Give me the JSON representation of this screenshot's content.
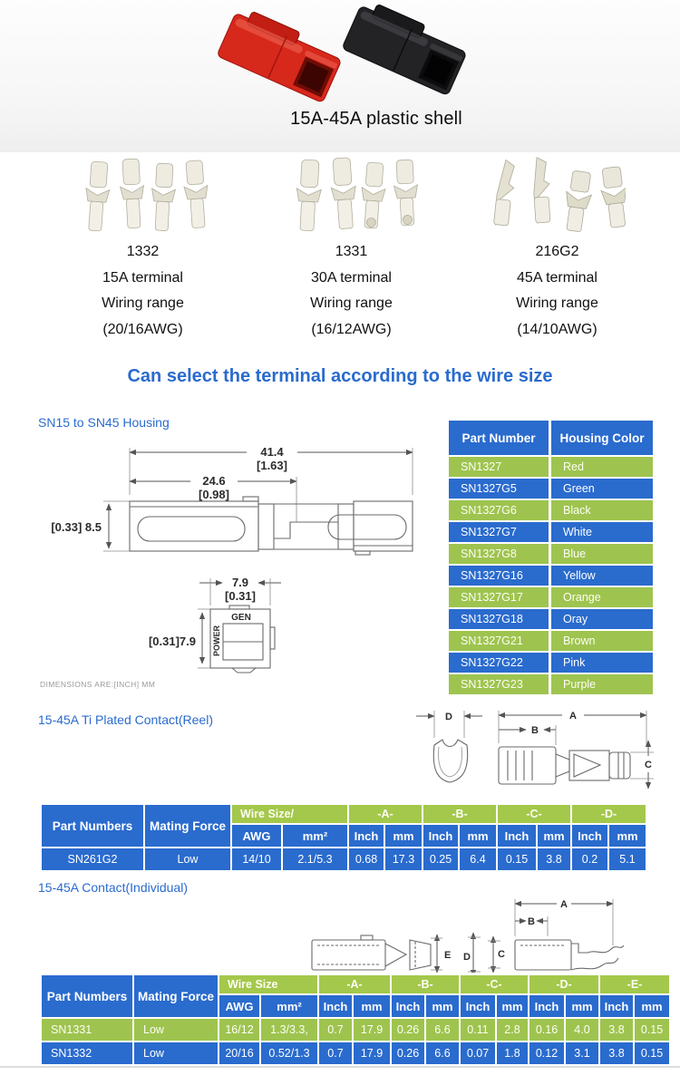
{
  "colors": {
    "blue": "#2a6bce",
    "green": "#9ec44f",
    "headerGreen": "#a4c84b",
    "noteGray": "#9a9a9a",
    "redConnector": "#d7281c",
    "blackConnector": "#232326"
  },
  "photo": {
    "caption": "15A-45A plastic shell"
  },
  "terminals": [
    {
      "part": "1332",
      "rating": "15A terminal",
      "range_label": "Wiring range",
      "range": "(20/16AWG)"
    },
    {
      "part": "1331",
      "rating": "30A terminal",
      "range_label": "Wiring range",
      "range": "(16/12AWG)"
    },
    {
      "part": "216G2",
      "rating": "45A terminal",
      "range_label": "Wiring range",
      "range": "(14/10AWG)"
    }
  ],
  "heading": "Can select the terminal according to the wire size",
  "housing": {
    "title": "SN15 to SN45 Housing",
    "note": "DIMENSIONS ARE:[INCH] MM",
    "drawing": {
      "dim_overall": "41.4",
      "dim_overall_in": "[1.63]",
      "dim_half": "24.6",
      "dim_half_in": "[0.98]",
      "dim_height": "[0.33] 8.5",
      "dim_width": "7.9",
      "dim_width_in": "[0.31]",
      "dim_depth": "[0.31]7.9",
      "gen": "GEN",
      "power": "POWER"
    },
    "table": {
      "headers": [
        "Part Number",
        "Housing Color"
      ],
      "rows": [
        [
          "SN1327",
          "Red"
        ],
        [
          "SN1327G5",
          "Green"
        ],
        [
          "SN1327G6",
          "Black"
        ],
        [
          "SN1327G7",
          "White"
        ],
        [
          "SN1327G8",
          "Blue"
        ],
        [
          "SN1327G16",
          "Yellow"
        ],
        [
          "SN1327G17",
          "Orange"
        ],
        [
          "SN1327G18",
          "Oray"
        ],
        [
          "SN1327G21",
          "Brown"
        ],
        [
          "SN1327G22",
          "Pink"
        ],
        [
          "SN1327G23",
          "Purple"
        ]
      ]
    }
  },
  "reel": {
    "title": "15-45A Ti Plated Contact(Reel)",
    "labels": {
      "a": "A",
      "b": "B",
      "c": "C",
      "d": "D"
    },
    "table": {
      "part_header": "Part Numbers",
      "force_header": "Mating Force",
      "wire_header": "Wire Size/",
      "groups": [
        "-A-",
        "-B-",
        "-C-",
        "-D-"
      ],
      "sub": {
        "awg": "AWG",
        "mm2": "mm²",
        "inch": "Inch",
        "mm": "mm"
      },
      "row": [
        "SN261G2",
        "Low",
        "14/10",
        "2.1/5.3",
        "0.68",
        "17.3",
        "0.25",
        "6.4",
        "0.15",
        "3.8",
        "0.2",
        "5.1"
      ]
    }
  },
  "individual": {
    "title": "15-45A Contact(Individual)",
    "labels": {
      "a": "A",
      "b": "B",
      "c": "C",
      "d": "D",
      "e": "E"
    },
    "table": {
      "part_header": "Part Numbers",
      "force_header": "Mating Force",
      "wire_header": "Wire Size",
      "groups": [
        "-A-",
        "-B-",
        "-C-",
        "-D-",
        "-E-"
      ],
      "sub": {
        "awg": "AWG",
        "mm2": "mm²",
        "inch": "Inch",
        "mm": "mm"
      },
      "rows": [
        [
          "SN1331",
          "Low",
          "16/12",
          "1.3/3.3,",
          "0.7",
          "17.9",
          "0.26",
          "6.6",
          "0.11",
          "2.8",
          "0.16",
          "4.0",
          "3.8",
          "0.15"
        ],
        [
          "SN1332",
          "Low",
          "20/16",
          "0.52/1.3",
          "0.7",
          "17.9",
          "0.26",
          "6.6",
          "0.07",
          "1.8",
          "0.12",
          "3.1",
          "3.8",
          "0.15"
        ]
      ]
    }
  }
}
